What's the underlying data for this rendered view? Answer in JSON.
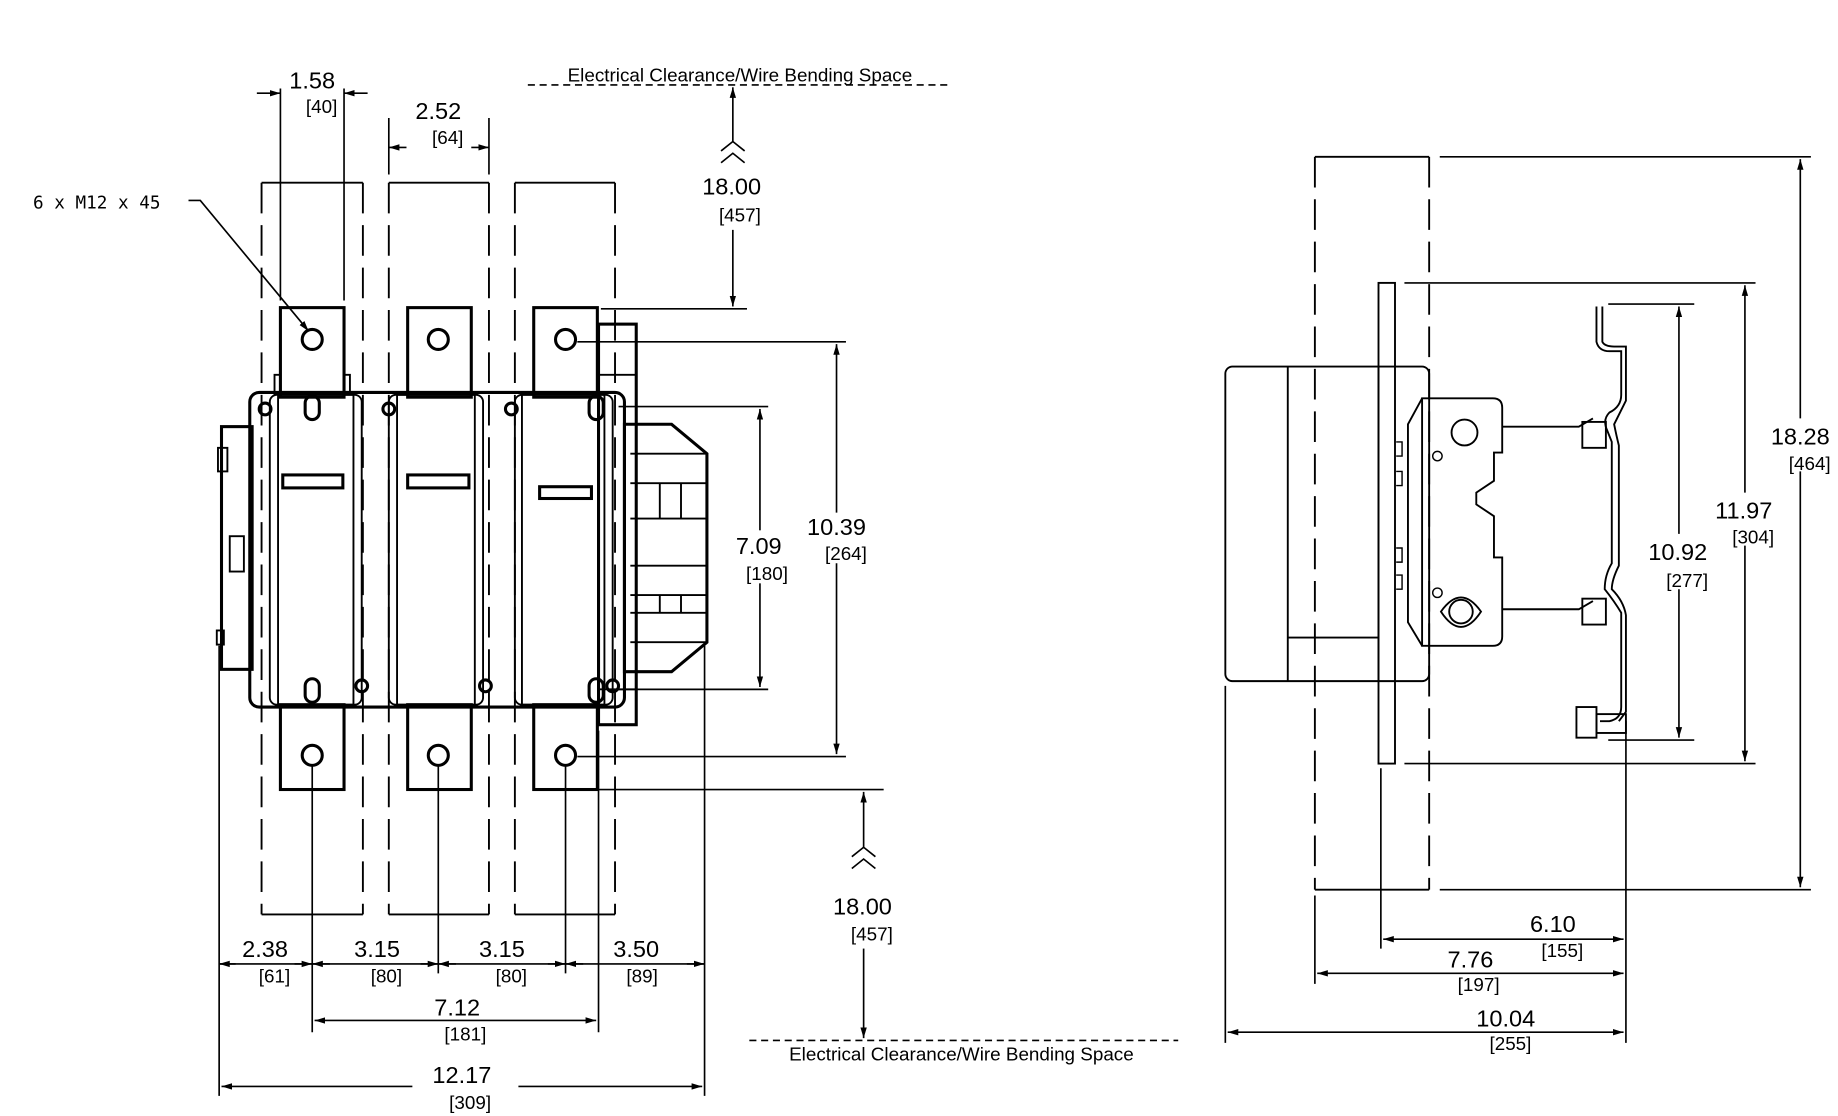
{
  "front_view": {
    "clearance_top_label": "Electrical Clearance/Wire Bending Space",
    "clearance_bottom_label": "Electrical Clearance/Wire Bending Space",
    "bolt_callout": "6 x M12 x 45",
    "dims": {
      "terminal_width": {
        "in": "1.58",
        "mm": "[40]"
      },
      "clearance_width": {
        "in": "2.52",
        "mm": "[64]"
      },
      "top_clearance": {
        "in": "18.00",
        "mm": "[457]"
      },
      "bottom_clearance": {
        "in": "18.00",
        "mm": "[457]"
      },
      "hole_spacing_vertical": {
        "in": "10.39",
        "mm": "[264]"
      },
      "body_height": {
        "in": "7.09",
        "mm": "[180]"
      },
      "left_to_hole": {
        "in": "2.38",
        "mm": "[61]"
      },
      "pitch_1": {
        "in": "3.15",
        "mm": "[80]"
      },
      "pitch_2": {
        "in": "3.15",
        "mm": "[80]"
      },
      "hole_to_right": {
        "in": "3.50",
        "mm": "[89]"
      },
      "hole_to_edge": {
        "in": "7.12",
        "mm": "[181]"
      },
      "overall_width": {
        "in": "12.17",
        "mm": "[309]"
      }
    }
  },
  "side_view": {
    "dims": {
      "overall_height": {
        "in": "18.28",
        "mm": "[464]"
      },
      "plate_height": {
        "in": "11.97",
        "mm": "[304]"
      },
      "rail_height": {
        "in": "10.92",
        "mm": "[277]"
      },
      "plate_to_rail": {
        "in": "6.10",
        "mm": "[155]"
      },
      "clearance_to_rail": {
        "in": "7.76",
        "mm": "[197]"
      },
      "overall_depth": {
        "in": "10.04",
        "mm": "[255]"
      }
    }
  }
}
